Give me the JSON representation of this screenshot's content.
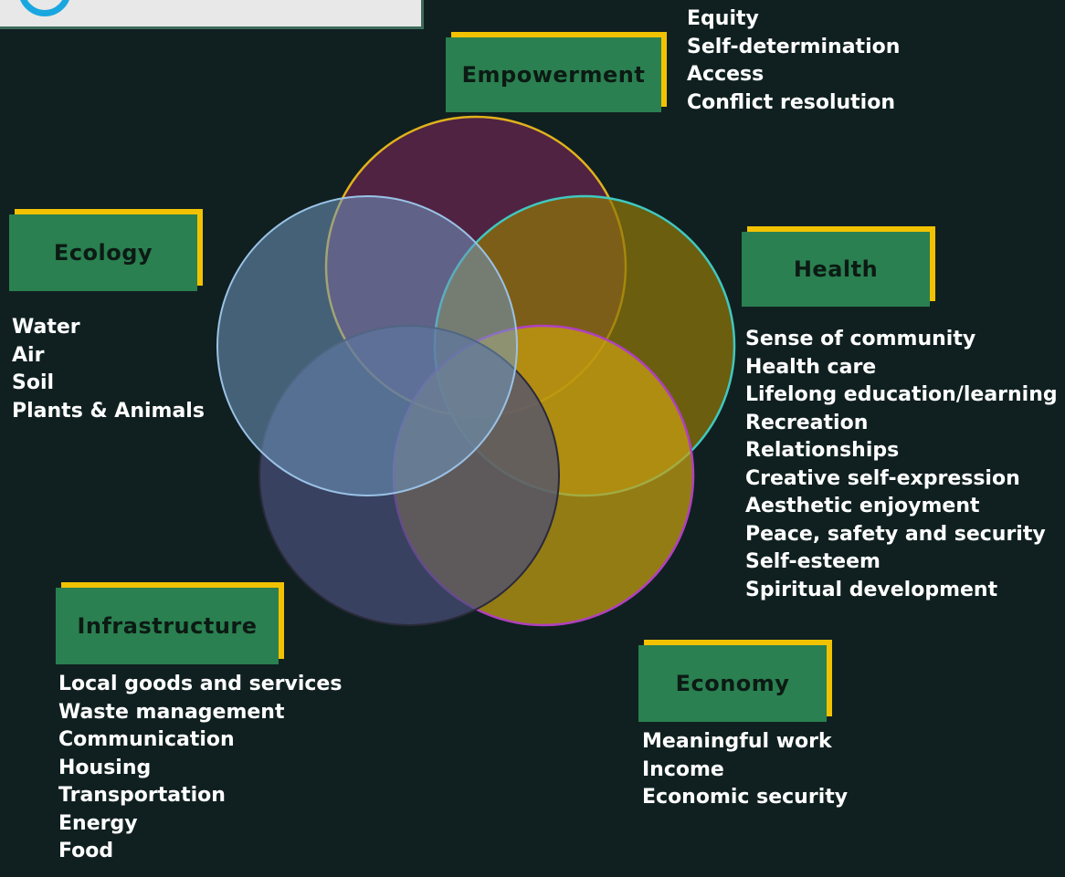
{
  "colors": {
    "background": "#102020",
    "label_box": "#2a8050",
    "label_accent": "#f2c200",
    "label_text": "#0c1a14",
    "list_text": "#ffffff"
  },
  "logo": {
    "icon": "logo-ring-icon"
  },
  "dimensions": [
    {
      "key": "empowerment",
      "label": "Empowerment",
      "circle_color": "#6a2450",
      "circle_outline": "#e0b21c",
      "items": [
        "Equity",
        "Self-determination",
        "Access",
        "Conflict resolution"
      ]
    },
    {
      "key": "ecology",
      "label": "Ecology",
      "circle_color": "#6f97bf",
      "circle_outline": "#9ac2e6",
      "items": [
        "Water",
        "Air",
        "Soil",
        "Plants & Animals"
      ]
    },
    {
      "key": "health",
      "label": "Health",
      "circle_color": "#8f7608",
      "circle_outline": "#40c8c0",
      "items": [
        "Sense of community",
        "Health care",
        "Lifelong education/learning",
        "Recreation",
        "Relationships",
        "Creative self-expression",
        "Aesthetic enjoyment",
        "Peace, safety and security",
        "Self-esteem",
        "Spiritual development"
      ]
    },
    {
      "key": "infrastructure",
      "label": "Infrastructure",
      "circle_color": "#4a4d78",
      "circle_outline": "#2a2a3a",
      "items": [
        "Local goods and services",
        "Waste management",
        "Communication",
        "Housing",
        "Transportation",
        "Energy",
        "Food"
      ]
    },
    {
      "key": "economy",
      "label": "Economy",
      "circle_color": "#c8a010",
      "circle_outline": "#b040c0",
      "items": [
        "Meaningful work",
        "Income",
        "Economic security"
      ]
    }
  ]
}
